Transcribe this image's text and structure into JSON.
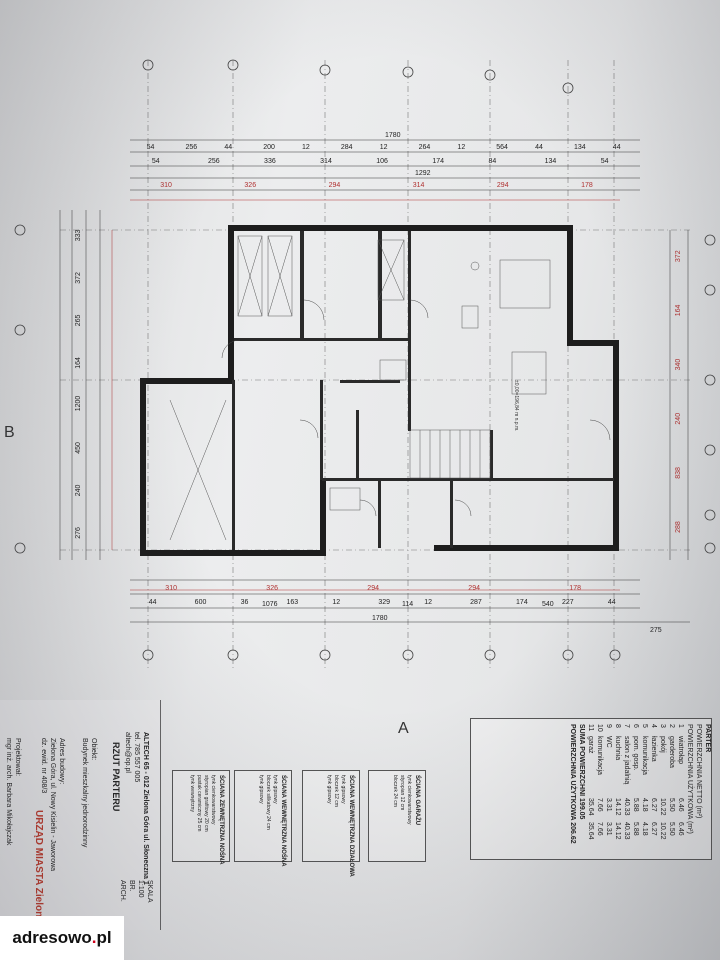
{
  "plan": {
    "top_dims_row1": [
      "54",
      "256",
      "44",
      "200",
      "12",
      "284",
      "12",
      "264",
      "12",
      "564",
      "44",
      "134",
      "44"
    ],
    "top_dims_row2": [
      "54",
      "256",
      "336",
      "314",
      "106",
      "174",
      "84",
      "134",
      "54"
    ],
    "top_dims_row3": [
      "310",
      "326",
      "294",
      "314",
      "294",
      "178"
    ],
    "top_total": "1780",
    "top_total2": "1292",
    "bottom_dims_row1": [
      "310",
      "326",
      "294",
      "294",
      "178"
    ],
    "bottom_dims_row2": [
      "44",
      "600",
      "36",
      "163",
      "12",
      "329",
      "12",
      "287",
      "174",
      "227",
      "44"
    ],
    "bottom_dims_row3": [
      "1076",
      "114",
      "540"
    ],
    "bottom_total": "1780",
    "bottom_extra": "275",
    "left_dims": [
      "333",
      "372",
      "265",
      "164",
      "1200",
      "450",
      "240",
      "276"
    ],
    "right_dims": [
      "372",
      "164",
      "340",
      "240",
      "838",
      "288"
    ],
    "level_label": "±0,00=196,84 m n.p.m.",
    "section_a": "A",
    "section_b": "B"
  },
  "title_block": {
    "company": "ALTECH 65 - 012 Zielona Góra ul. Słoneczna 1",
    "phone": "tel. 785 557 005",
    "email": "altech@op.pl",
    "title": "RZUT PARTERU",
    "object_label": "Obiekt:",
    "object_value": "Budynek mieszkalny jednorodzinny",
    "address_label": "Adres budowy:",
    "address_value": "Zielona Góra, ul. Nowy Kisielin - Jaworowa",
    "plot_value": "dz. ewid. nr 408/3",
    "stamp_text": "URZĄD MIASTA Zielona Góra",
    "designer_label": "Projektował:",
    "designer_value": "mgr inż. arch. Barbara Mikołajczak",
    "scale_label": "SKALA",
    "scale_value": "1:100",
    "branch_label": "BR.",
    "branch_value": "ARCH."
  },
  "rooms_table": {
    "header_level": "PARTER",
    "col_name": "POWIERZCHNIA NETTO (m²)",
    "col_usable": "POWIERZCHNIA UŻYTKOWA (m²)",
    "rows": [
      {
        "no": "1",
        "name": "wiatrołap",
        "net": "6.46",
        "usable": "6.46"
      },
      {
        "no": "2",
        "name": "garderoba",
        "net": "5.50",
        "usable": "5.50"
      },
      {
        "no": "3",
        "name": "pokój",
        "net": "10.22",
        "usable": "10.22"
      },
      {
        "no": "4",
        "name": "łazienka",
        "net": "6.27",
        "usable": "6.27"
      },
      {
        "no": "5",
        "name": "komunikacja",
        "net": "4.18",
        "usable": "4.18"
      },
      {
        "no": "6",
        "name": "pom. gosp.",
        "net": "5.88",
        "usable": "5.88"
      },
      {
        "no": "7",
        "name": "salon z jadalnią",
        "net": "40.33",
        "usable": "40.33"
      },
      {
        "no": "8",
        "name": "kuchnia",
        "net": "14.12",
        "usable": "14.12"
      },
      {
        "no": "9",
        "name": "WC",
        "net": "3.31",
        "usable": "3.31"
      },
      {
        "no": "10",
        "name": "komunikacja",
        "net": "7.66",
        "usable": "7.66"
      },
      {
        "no": "11",
        "name": "garaż",
        "net": "35.64",
        "usable": "35.64"
      }
    ],
    "sum_label": "SUMA POWIERZCHNI",
    "sum_value": "199.05",
    "total_label": "POWIERZCHNIA UŻYTKOWA",
    "total_value": "206.62"
  },
  "legend_tables": [
    {
      "title": "ŚCIANA ZEWNĘTRZNA NOŚNA",
      "items": [
        "tynk cienkowarstwowy",
        "styropian grafitowy 20 cm",
        "pustak ceramiczny 25 cm",
        "tynk wewnętrzny"
      ]
    },
    {
      "title": "ŚCIANA WEWNĘTRZNA NOŚNA",
      "items": [
        "tynk gipsowy",
        "bloczek silikatowy 24 cm",
        "tynk gipsowy"
      ]
    },
    {
      "title": "ŚCIANA WEWNĘTRZNA DZIAŁOWA",
      "items": [
        "tynk gipsowy",
        "bloczek 12 cm",
        "tynk gipsowy"
      ]
    },
    {
      "title": "ŚCIANA GARAŻU",
      "items": [
        "tynk cienkowarstwowy",
        "styropian 12 cm",
        "bloczek 24 cm"
      ]
    }
  ],
  "watermark": {
    "brand": "adresowo",
    "dot": ".",
    "tld": "pl"
  },
  "colors": {
    "paper": "#e6e7e8",
    "ink": "#222222",
    "red_ink": "#b03030",
    "stamp": "#c0392b",
    "brand_dot": "#d0021b"
  }
}
